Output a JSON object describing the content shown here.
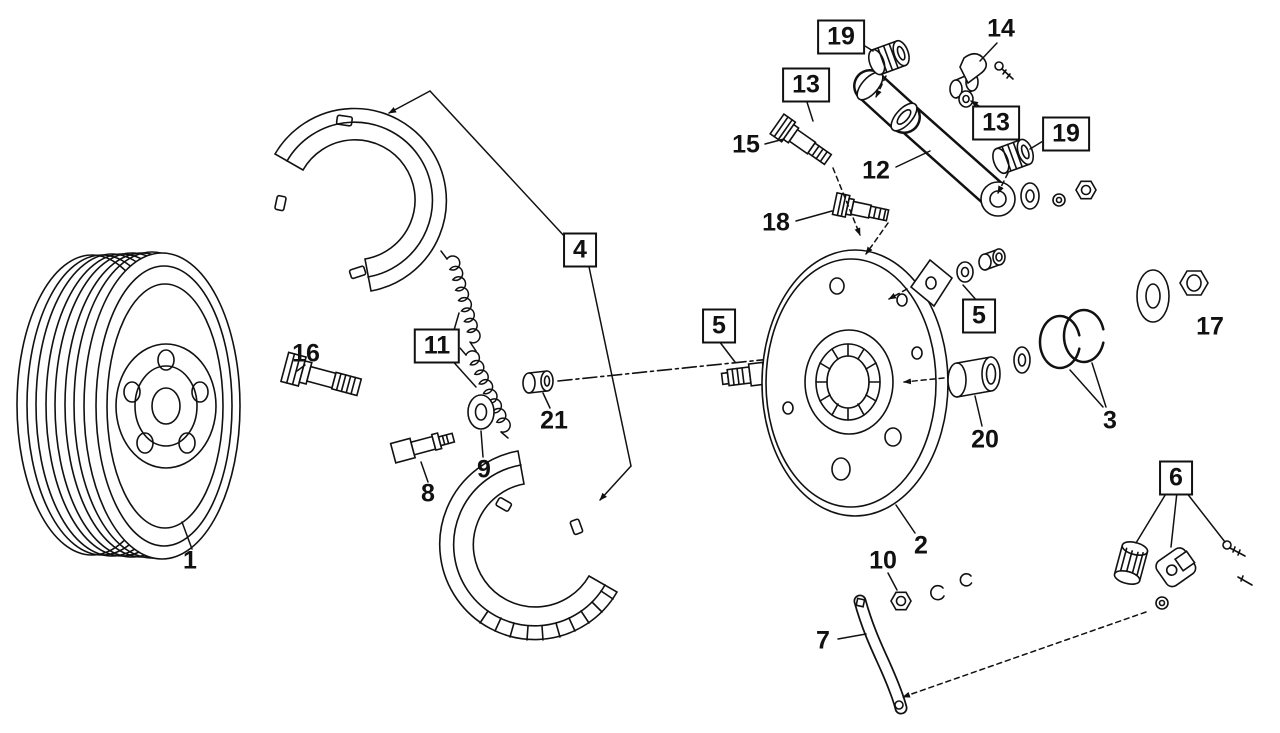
{
  "diagram": {
    "colors": {
      "ink": "#111111",
      "background": "#ffffff"
    },
    "callouts": [
      {
        "text": "19",
        "boxed": true
      },
      {
        "text": "14",
        "boxed": false
      },
      {
        "text": "13",
        "boxed": true
      },
      {
        "text": "13",
        "boxed": true
      },
      {
        "text": "19",
        "boxed": true
      },
      {
        "text": "15",
        "boxed": false
      },
      {
        "text": "12",
        "boxed": false
      },
      {
        "text": "18",
        "boxed": false
      },
      {
        "text": "4",
        "boxed": true
      },
      {
        "text": "5",
        "boxed": true
      },
      {
        "text": "5",
        "boxed": true
      },
      {
        "text": "17",
        "boxed": false
      },
      {
        "text": "16",
        "boxed": false
      },
      {
        "text": "11",
        "boxed": true
      },
      {
        "text": "3",
        "boxed": false
      },
      {
        "text": "21",
        "boxed": false
      },
      {
        "text": "20",
        "boxed": false
      },
      {
        "text": "9",
        "boxed": false
      },
      {
        "text": "8",
        "boxed": false
      },
      {
        "text": "6",
        "boxed": true
      },
      {
        "text": "2",
        "boxed": false
      },
      {
        "text": "10",
        "boxed": false
      },
      {
        "text": "1",
        "boxed": false
      },
      {
        "text": "7",
        "boxed": false
      }
    ]
  }
}
